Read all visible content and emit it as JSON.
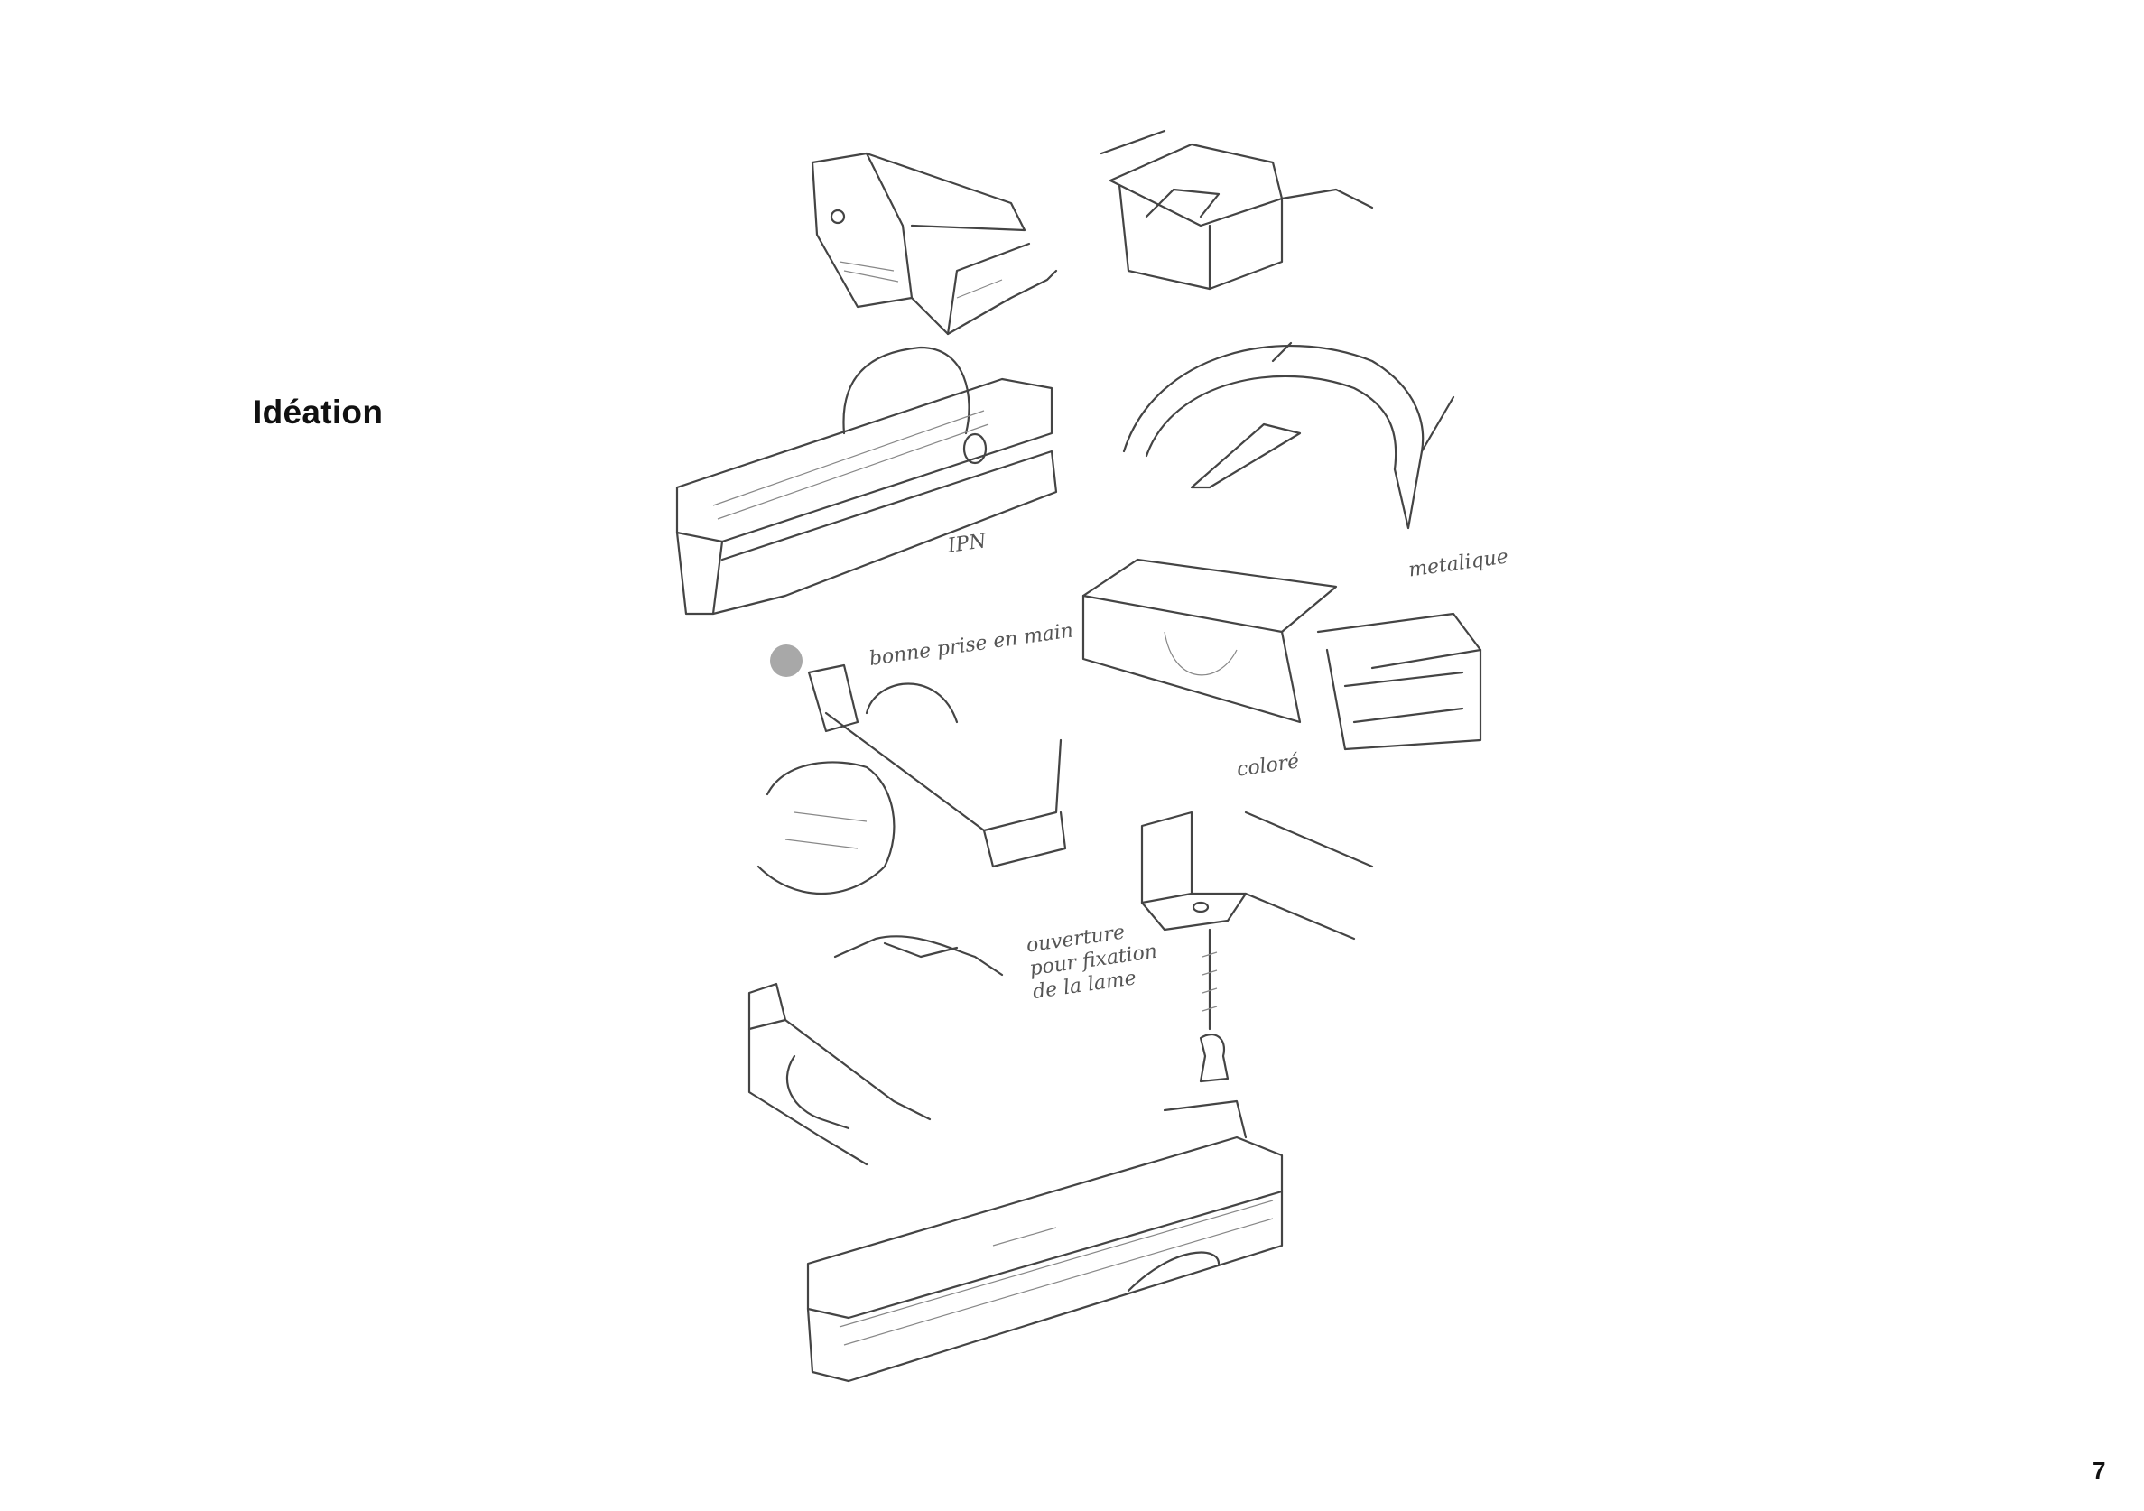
{
  "page": {
    "title": "Idéation",
    "page_number": "7"
  },
  "annotations": {
    "ipn": "IPN",
    "grip": "bonne prise en main",
    "metal": "metalique",
    "colored": "coloré",
    "blade": "ouverture pour fixation de la lame"
  },
  "colors": {
    "marker_dot": "#a8a8a8",
    "pencil": "#444444"
  }
}
